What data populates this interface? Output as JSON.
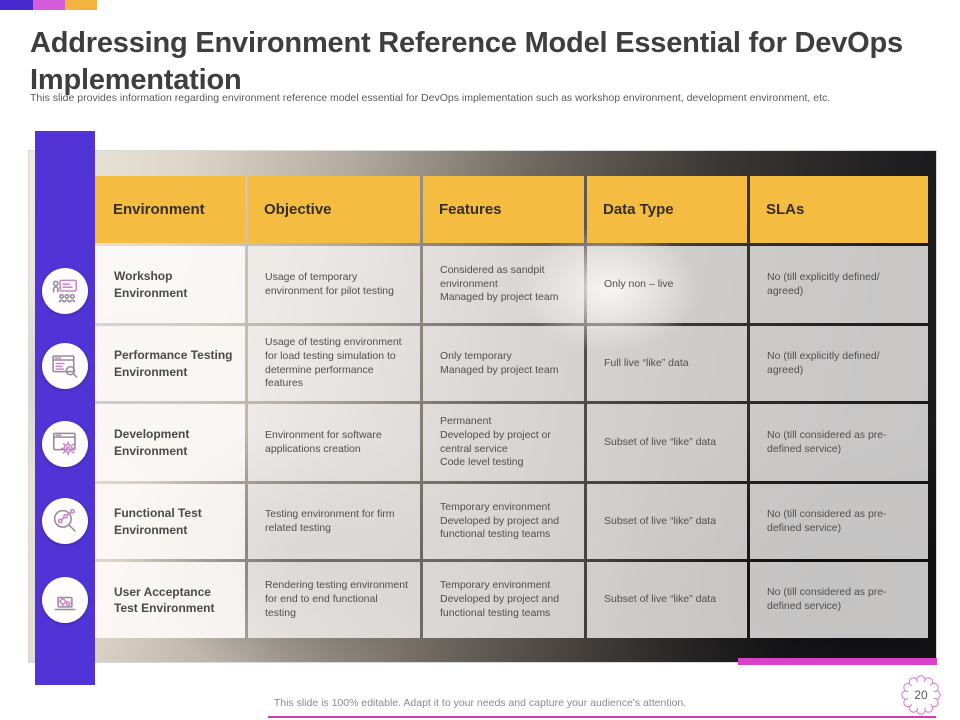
{
  "slide": {
    "title": "Addressing Environment Reference Model Essential for DevOps Implementation",
    "subtitle": "This slide provides information regarding environment reference model essential for DevOps implementation such as workshop environment, development environment, etc.",
    "footer": "This slide is 100% editable. Adapt it to your needs and capture your audience's attention.",
    "page_number": "20"
  },
  "accent_colors": {
    "purple": "#5233D6",
    "magenta": "#DB40C8",
    "yellow": "#F5BC42"
  },
  "table": {
    "headers": [
      "Environment",
      "Objective",
      "Features",
      "Data Type",
      "SLAs"
    ],
    "icons": [
      "workshop-presentation-icon",
      "performance-monitor-icon",
      "development-gear-window-icon",
      "functional-test-magnifier-icon",
      "uat-laptop-gears-icon"
    ],
    "rows": [
      {
        "environment": "Workshop\nEnvironment",
        "objective": "Usage of temporary environment for pilot testing",
        "features": "Considered as sandpit environment\nManaged by project team",
        "data_type": "Only non – live",
        "slas": "No (till explicitly defined/ agreed)"
      },
      {
        "environment": "Performance Testing\nEnvironment",
        "objective": "Usage of testing environment for load testing simulation to determine performance features",
        "features": "Only temporary\nManaged by project team",
        "data_type": "Full live “like” data",
        "slas": "No (till explicitly defined/ agreed)"
      },
      {
        "environment": "Development\nEnvironment",
        "objective": "Environment for software applications creation",
        "features": "Permanent\nDeveloped by project or central service\nCode level testing",
        "data_type": "Subset of live “like” data",
        "slas": "No (till considered as pre-defined service)"
      },
      {
        "environment": "Functional Test\nEnvironment",
        "objective": "Testing environment for firm related testing",
        "features": "Temporary environment\nDeveloped by project and functional testing teams",
        "data_type": "Subset of live “like” data",
        "slas": "No (till considered as pre-defined service)"
      },
      {
        "environment": "User Acceptance\nTest Environment",
        "objective": "Rendering testing environment for end to end functional testing",
        "features": "Temporary environment\nDeveloped by project and functional testing teams",
        "data_type": "Subset of live “like” data",
        "slas": "No (till considered as pre-defined service)"
      }
    ]
  }
}
